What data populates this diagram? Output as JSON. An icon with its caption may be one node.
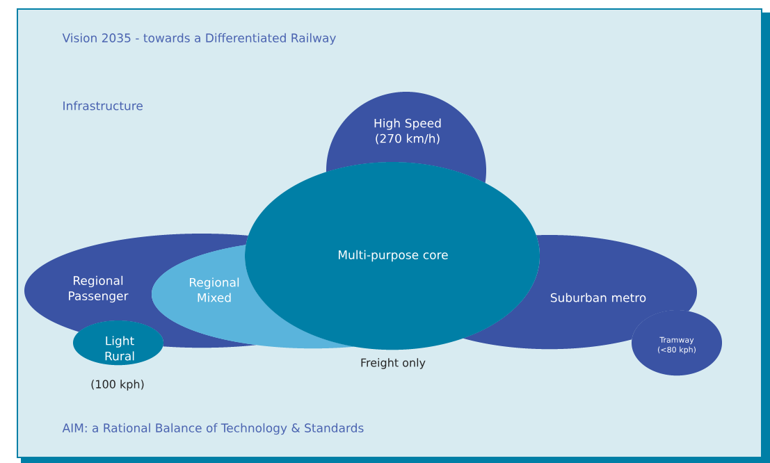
{
  "diagram": {
    "title": "Vision 2035 - towards a Differentiated Railway",
    "nodes": [
      {
        "text": [
          "High Speed (270 km/h)"
        ]
      },
      {
        "text": [
          "Multi-purpose core"
        ]
      },
      {
        "text": [
          "Regional Passenger"
        ]
      },
      {
        "text": [
          "Regional Mixed"
        ]
      },
      {
        "text": [
          "Suburban metro"
        ]
      },
      {
        "text": [
          "Light Rural"
        ],
        "beside": [
          "(100 kph)"
        ]
      },
      {
        "text": [
          "Tramway (<80 kph)"
        ]
      }
    ],
    "labels": [
      "Infrastructure",
      "Freight only",
      "AIM: a Rational Balance of Technology & Standards"
    ]
  }
}
